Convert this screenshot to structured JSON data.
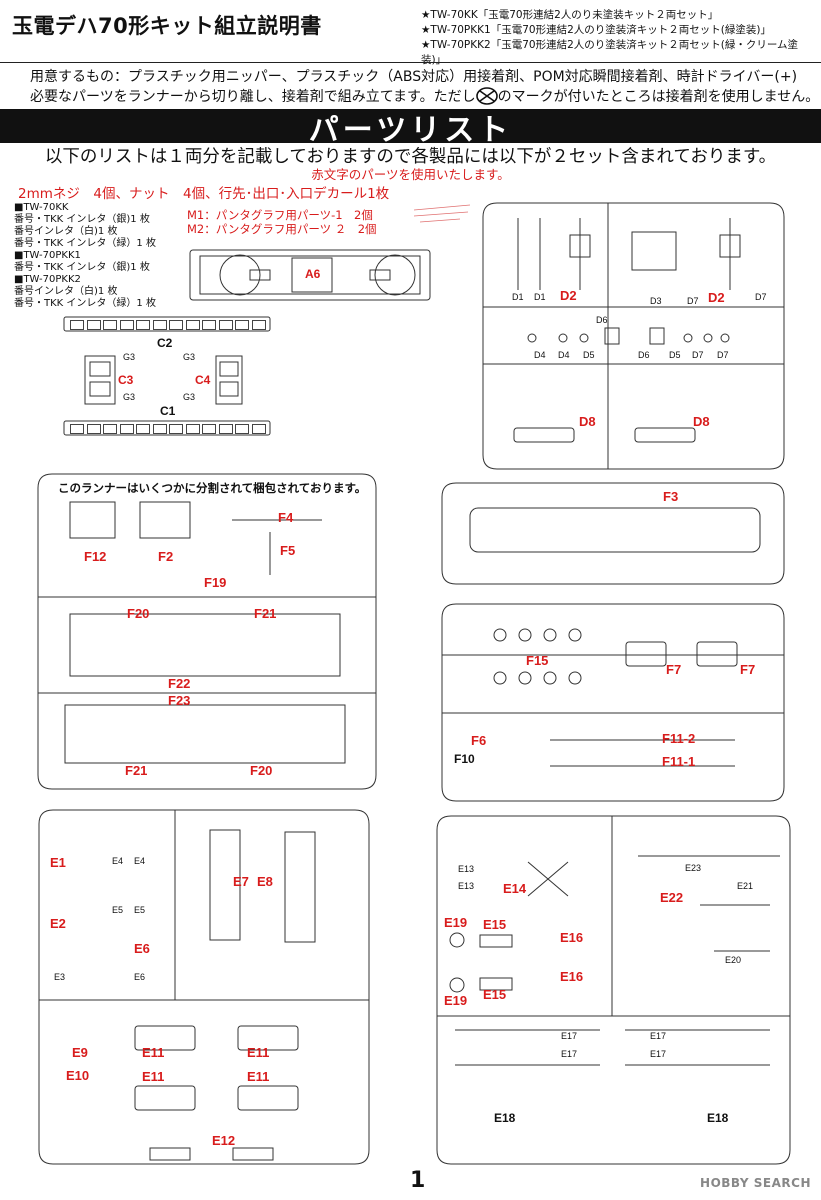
{
  "header": {
    "title": "玉電デハ70形キット組立説明書",
    "products": [
      "★TW-70KK「玉電70形連結2人のり未塗装キット２両セット」",
      "★TW-70PKK1「玉電70形連結2人のり塗装済キット２両セット(緑塗装)」",
      "★TW-70PKK2「玉電70形連結2人のり塗装済キット２両セット(緑・クリーム塗装)」"
    ]
  },
  "tools": {
    "line1": "用意するもの：プラスチック用ニッパー、プラスチック（ABS対応）用接着剤、POM対応瞬間接着剤、時計ドライバー(+)",
    "line2a": "必要なパーツをランナーから切り離し、接着剤で組み立てます。ただし",
    "line2b": "のマークが付いたところは接着剤を使用しません。"
  },
  "section": {
    "title": "パーツリスト",
    "intro": "以下のリストは１両分を記載しておりますので各製品には以下が２セット含まれております。",
    "red_note": "赤文字のパーツを使用いたします。",
    "decal_line": "2mmネジ　4個、ナット　4個、行先･出口･入口デカール1枚"
  },
  "product_list": [
    "■TW-70KK",
    "番号・TKK インレタ（銀)1 枚",
    "番号インレタ（白)1 枚",
    "番号・TKK インレタ（緑）1 枚",
    "■TW-70PKK1",
    "番号・TKK インレタ（銀)1 枚",
    "■TW-70PKK2",
    "番号インレタ（白)1 枚",
    "番号・TKK インレタ（緑）1 枚"
  ],
  "pantograph_parts": [
    "M1：パンタグラフ用パーツ-1　2個",
    "M2：パンタグラフ用パーツ ２　2個"
  ],
  "runner_note": "このランナーはいくつかに分割されて梱包されております。",
  "labels": {
    "A6": "A6",
    "C1": "C1",
    "C2": "C2",
    "C3": "C3",
    "C4": "C4",
    "G3": "G3",
    "D1": "D1",
    "D2": "D2",
    "D3": "D3",
    "D4": "D4",
    "D5": "D5",
    "D6": "D6",
    "D7": "D7",
    "D8": "D8",
    "F2": "F2",
    "F3": "F3",
    "F4": "F4",
    "F5": "F5",
    "F6": "F6",
    "F7": "F7",
    "F10": "F10",
    "F11_1": "F11-1",
    "F11_2": "F11-2",
    "F12": "F12",
    "F15": "F15",
    "F19": "F19",
    "F20": "F20",
    "F21": "F21",
    "F22": "F22",
    "F23": "F23",
    "E1": "E1",
    "E2": "E2",
    "E3": "E3",
    "E4": "E4",
    "E5": "E5",
    "E6": "E6",
    "E7": "E7",
    "E8": "E8",
    "E9": "E9",
    "E10": "E10",
    "E11": "E11",
    "E12": "E12",
    "E13": "E13",
    "E14": "E14",
    "E15": "E15",
    "E16": "E16",
    "E17": "E17",
    "E18": "E18",
    "E19": "E19",
    "E20": "E20",
    "E21": "E21",
    "E22": "E22",
    "E23": "E23"
  },
  "footer": {
    "page_number": "1",
    "watermark": "HOBBY SEARCH"
  },
  "colors": {
    "accent_red": "#d81c1c",
    "bar": "#111111"
  }
}
